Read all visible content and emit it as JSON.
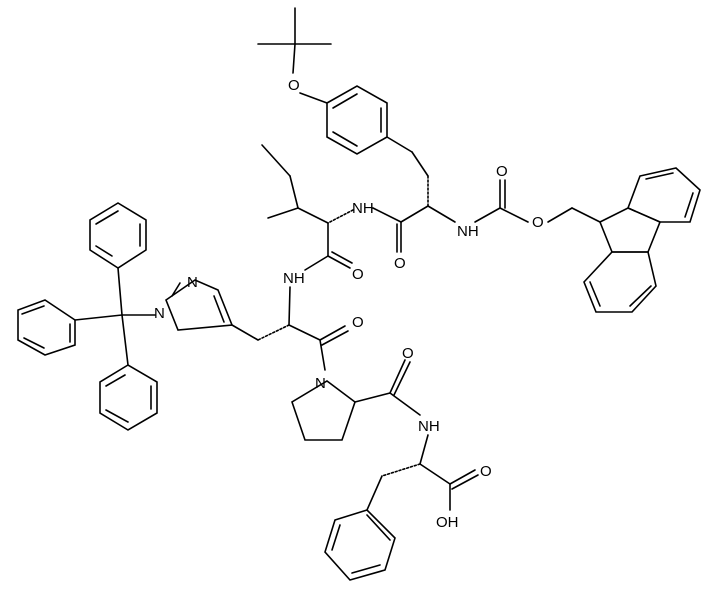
{
  "molecule": {
    "atom_labels": {
      "o_tbu": "O",
      "nh_tyr": "NH",
      "o_tyr": "O",
      "nh_fmoc": "NH",
      "o_fmoc1": "O",
      "o_fmoc2": "O",
      "nh_ile": "NH",
      "o_ile": "O",
      "n_trt": "N",
      "n_im": "N",
      "o_his": "O",
      "n_pro": "N",
      "o_pro": "O",
      "nh_pro": "NH",
      "o_cooh": "O",
      "oh": "OH"
    },
    "colors": {
      "bond": "#000000",
      "background": "#ffffff"
    }
  }
}
